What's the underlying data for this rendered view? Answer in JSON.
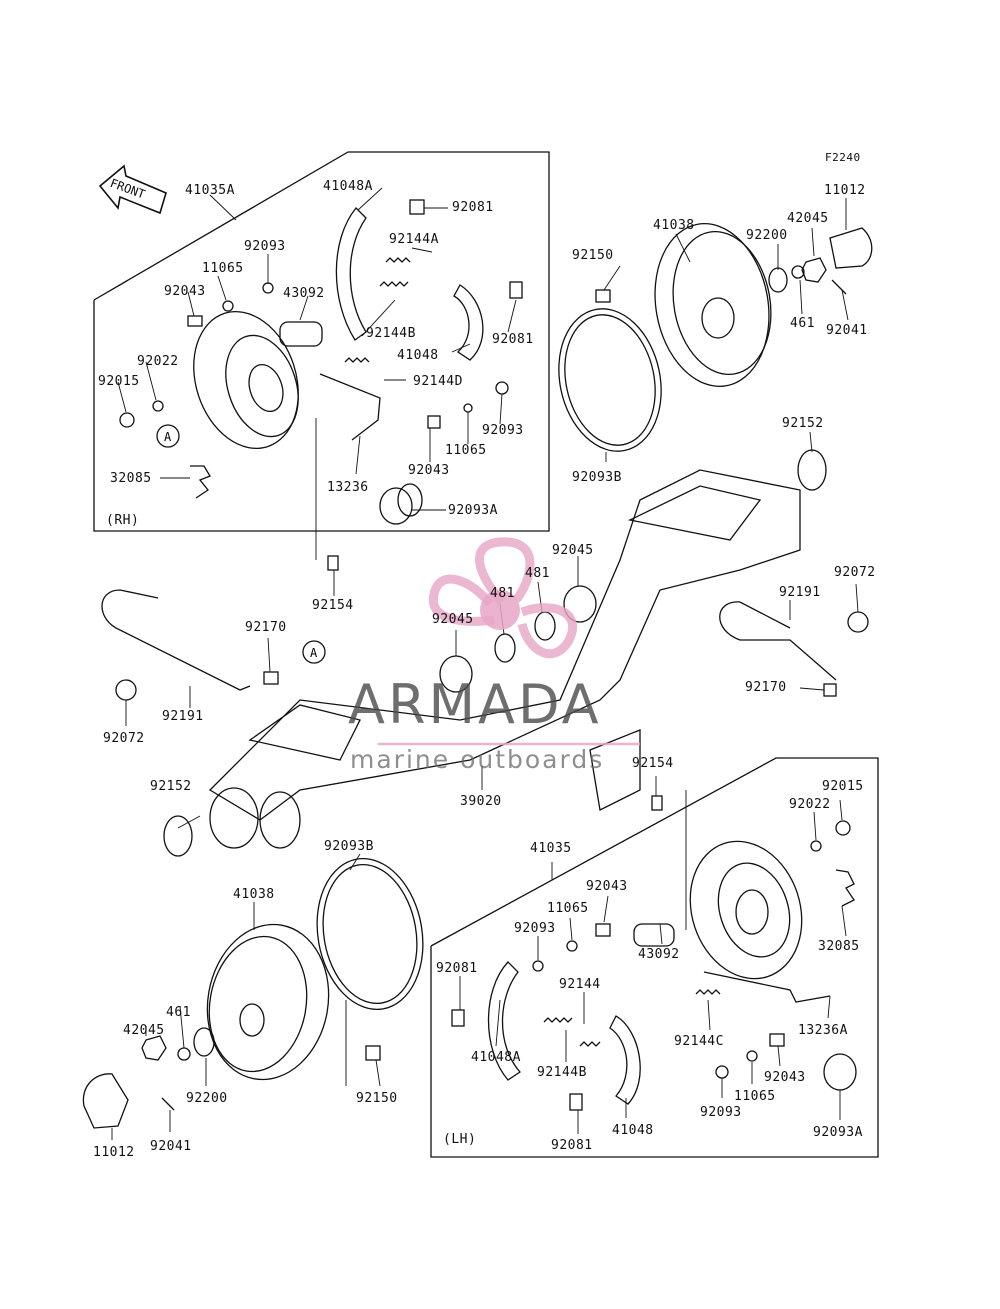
{
  "figure_code": "F2240",
  "front_arrow": "FRONT",
  "watermark": {
    "title": "ARMADA",
    "subtitle": "marine outboards",
    "logo_icon": "propeller-logo-icon",
    "logo_color": "#e8a6c6"
  },
  "rh": {
    "side_label": "(RH)",
    "parts": [
      "41035A",
      "41048A",
      "92081",
      "92093",
      "92144A",
      "11065",
      "92043",
      "43092",
      "92144B",
      "92081",
      "92022",
      "41048",
      "92015",
      "92144D",
      "92093",
      "11065",
      "92043",
      "13236",
      "32085",
      "92093A"
    ]
  },
  "lh": {
    "side_label": "(LH)",
    "parts": [
      "41035",
      "92043",
      "11065",
      "92093",
      "92081",
      "92144",
      "41048A",
      "92144B",
      "92081",
      "41048",
      "43092",
      "92144C",
      "13236A",
      "92043",
      "11065",
      "92093",
      "92093A",
      "92015",
      "92022",
      "32085"
    ]
  },
  "center": {
    "parts": [
      "92150",
      "41038",
      "92200",
      "42045",
      "11012",
      "461",
      "92041",
      "92093B",
      "92152",
      "92045",
      "481",
      "481",
      "92045",
      "92072",
      "92191",
      "92154",
      "92170",
      "92191",
      "92072",
      "92170",
      "39020",
      "92152",
      "92154"
    ]
  },
  "lower_left": {
    "parts": [
      "92093B",
      "41038",
      "461",
      "42045",
      "92200",
      "92150",
      "11012",
      "92041"
    ]
  },
  "reference_marks": [
    "A",
    "A"
  ]
}
